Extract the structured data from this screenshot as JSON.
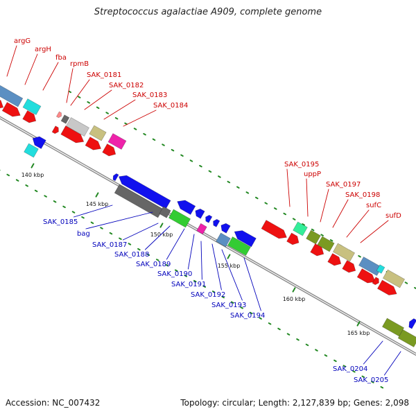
{
  "title": "Streptococcus agalactiae A909, complete genome",
  "footer": {
    "accession": "Accession: NC_007432",
    "topology": "Topology: circular; Length: 2,127,839 bp; Genes: 2,098"
  },
  "colors": {
    "top_label": "#cc0000",
    "bottom_label": "#0000bb",
    "backbone": "#8a8a8a",
    "tick": "#228822",
    "red": "#ee1111",
    "blue": "#1111ee",
    "steelblue": "#5b8fc2",
    "cyan": "#22dddd",
    "grey": "#c8c8c8",
    "darkgrey": "#666666",
    "tan": "#c8c080",
    "magenta": "#ee22aa",
    "green": "#33cc33",
    "olive": "#7a9a22",
    "mint": "#33ee99",
    "pink": "#ff8888"
  },
  "scale_labels": [
    "140 kbp",
    "145 kbp",
    "150 kbp",
    "155 kbp",
    "160 kbp",
    "165 kbp"
  ],
  "top_genes": [
    "argG",
    "argH",
    "fba",
    "rpmB",
    "SAK_0181",
    "SAK_0182",
    "SAK_0183",
    "SAK_0184",
    "SAK_0195",
    "uppP",
    "SAK_0197",
    "SAK_0198",
    "sufC",
    "sufD"
  ],
  "bottom_genes": [
    "SAK_0185",
    "bag",
    "SAK_0187",
    "SAK_0188",
    "SAK_0189",
    "SAK_0190",
    "SAK_0191",
    "SAK_0192",
    "SAK_0193",
    "SAK_0194",
    "SAK_0204",
    "SAK_0205"
  ]
}
